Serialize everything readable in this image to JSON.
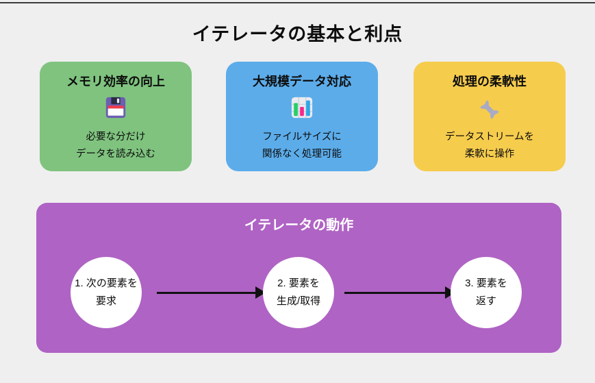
{
  "page": {
    "title": "イテレータの基本と利点",
    "background_color": "#EFEFEF",
    "top_line_color": "#3C3C3C"
  },
  "cards": [
    {
      "title": "メモリ効率の向上",
      "icon": "floppy-disk-icon",
      "description_line1": "必要な分だけ",
      "description_line2": "データを読み込む",
      "color": "#7FC37F"
    },
    {
      "title": "大規模データ対応",
      "icon": "bar-chart-icon",
      "description_line1": "ファイルサイズに",
      "description_line2": "関係なく処理可能",
      "color": "#5CACEA"
    },
    {
      "title": "処理の柔軟性",
      "icon": "wrench-icon",
      "description_line1": "データストリームを",
      "description_line2": "柔軟に操作",
      "color": "#F6CC4D"
    }
  ],
  "flow": {
    "title": "イテレータの動作",
    "panel_color": "#AF63C4",
    "step_circle_color": "#FFFFFF",
    "arrow_color": "#111111",
    "steps": [
      {
        "line1": "1. 次の要素を",
        "line2": "要求"
      },
      {
        "line1": "2. 要素を",
        "line2": "生成/取得"
      },
      {
        "line1": "3. 要素を",
        "line2": "返す"
      }
    ]
  }
}
